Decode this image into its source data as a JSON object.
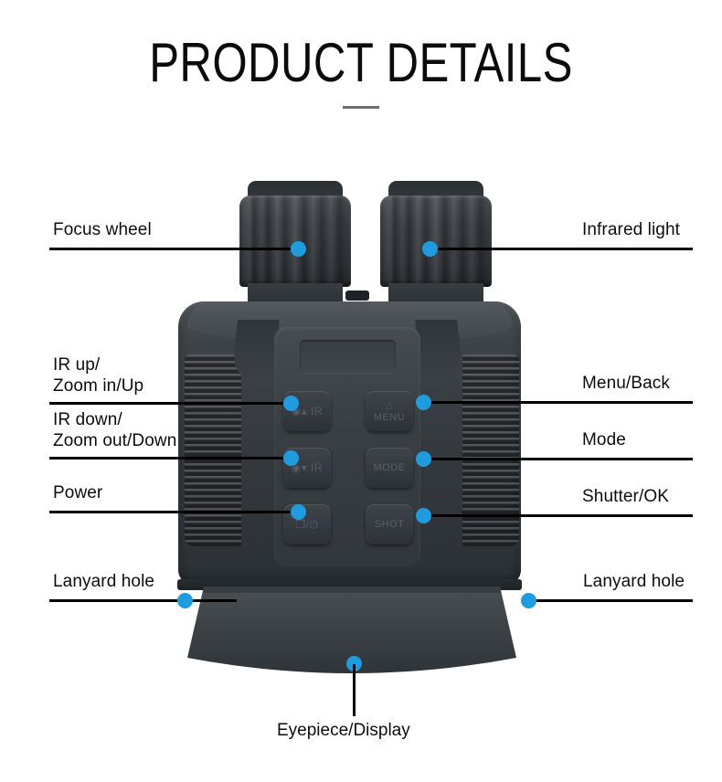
{
  "header": {
    "title": "PRODUCT DETAILS"
  },
  "colors": {
    "dot": "#1f9ce0",
    "line": "#000000",
    "text": "#0d0d0d",
    "rule": "#6e6e6e",
    "device_dark": "#2b3034",
    "device_light": "#4a4f54"
  },
  "callouts": {
    "left": [
      {
        "label": "Focus wheel",
        "dot_name": "focus-wheel"
      },
      {
        "label": "IR up/\nZoom in/Up",
        "dot_name": "ir-up"
      },
      {
        "label": "IR down/\nZoom out/Down",
        "dot_name": "ir-down"
      },
      {
        "label": "Power",
        "dot_name": "power"
      },
      {
        "label": "Lanyard hole",
        "dot_name": "lanyard-hole-left"
      }
    ],
    "right": [
      {
        "label": "Infrared light",
        "dot_name": "infrared-light"
      },
      {
        "label": "Menu/Back",
        "dot_name": "menu-back"
      },
      {
        "label": "Mode",
        "dot_name": "mode"
      },
      {
        "label": "Shutter/OK",
        "dot_name": "shutter-ok"
      },
      {
        "label": "Lanyard hole",
        "dot_name": "lanyard-hole-right"
      }
    ],
    "bottom": [
      {
        "label": "Eyepiece/Display",
        "dot_name": "eyepiece-display"
      }
    ]
  },
  "device": {
    "buttons": [
      {
        "id": "ir-up-button",
        "text": "",
        "glyph": "◉▴ IR"
      },
      {
        "id": "ir-down-button",
        "text": "",
        "glyph": "◉▾ IR"
      },
      {
        "id": "power-button",
        "text": "",
        "glyph": "❐/⏻"
      },
      {
        "id": "menu-button",
        "text": "MENU",
        "glyph": "⌂"
      },
      {
        "id": "mode-button",
        "text": "MODE",
        "glyph": ""
      },
      {
        "id": "shot-button",
        "text": "SHOT",
        "glyph": ""
      }
    ]
  }
}
